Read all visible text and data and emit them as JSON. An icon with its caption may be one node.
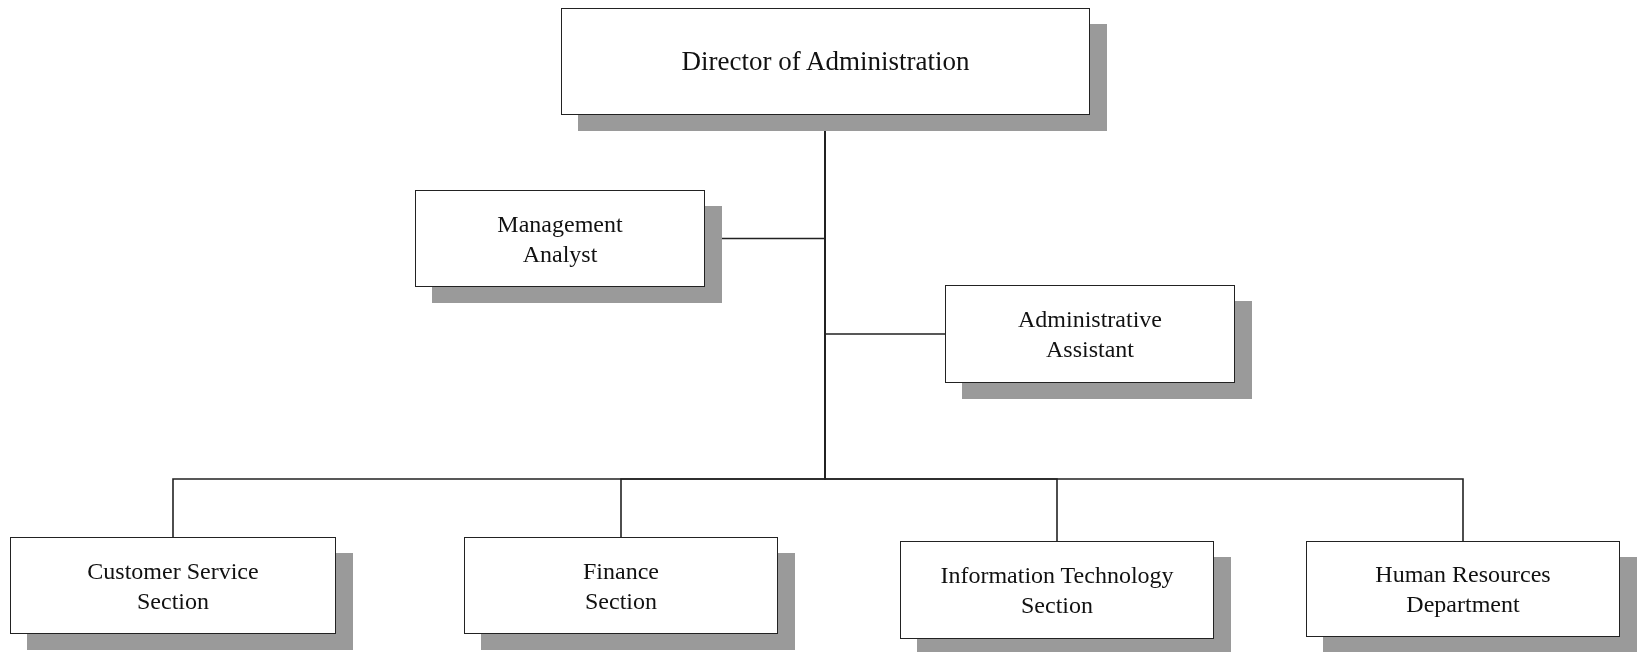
{
  "diagram": {
    "nodes": [
      {
        "text": [
          "Director of Administration"
        ]
      },
      {
        "text": [
          "Management Analyst"
        ]
      },
      {
        "text": [
          "Administrative Assistant"
        ]
      },
      {
        "text": [
          "Customer Service Section"
        ]
      },
      {
        "text": [
          "Finance Section"
        ]
      },
      {
        "text": [
          "Information Technology Section"
        ]
      },
      {
        "text": [
          "Human Resources Department"
        ]
      }
    ],
    "edges": [
      {
        "from": 0,
        "to": 1,
        "arrow": "none"
      },
      {
        "from": 0,
        "to": 2,
        "arrow": "none"
      },
      {
        "from": 0,
        "to": 3,
        "arrow": "none"
      },
      {
        "from": 0,
        "to": 4,
        "arrow": "none"
      },
      {
        "from": 0,
        "to": 5,
        "arrow": "none"
      },
      {
        "from": 0,
        "to": 6,
        "arrow": "none"
      }
    ]
  }
}
